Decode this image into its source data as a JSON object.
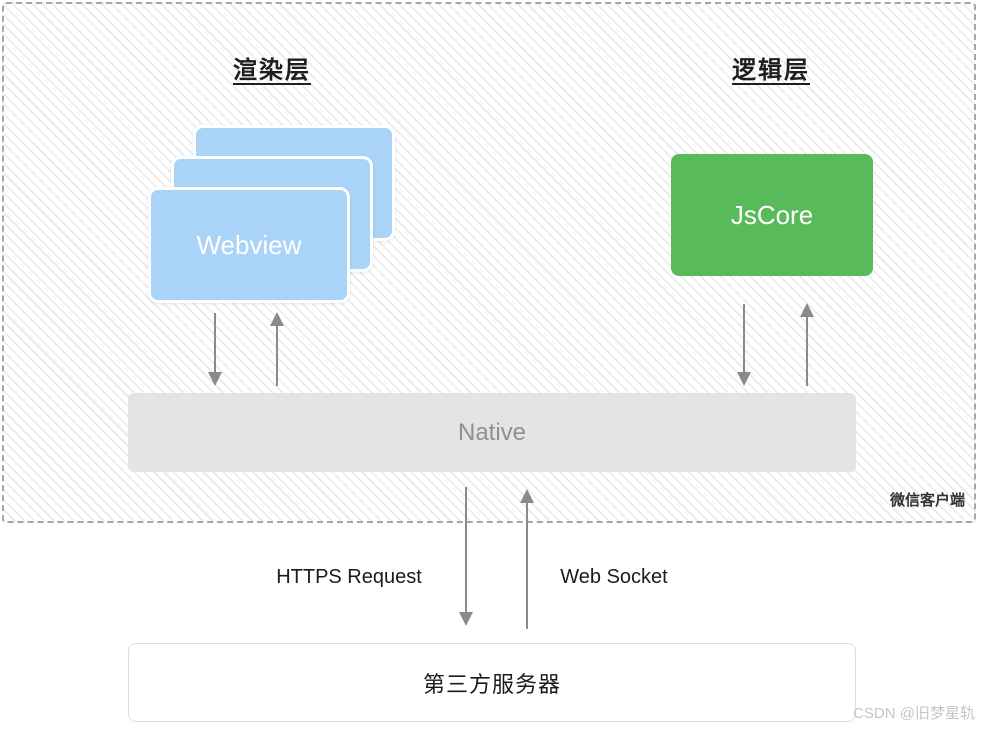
{
  "diagram": {
    "render_layer": {
      "title": "渲染层",
      "webview_label": "Webview"
    },
    "logic_layer": {
      "title": "逻辑层",
      "jscore_label": "JsCore"
    },
    "native_label": "Native",
    "client_label": "微信客户端",
    "connections": {
      "https_label": "HTTPS Request",
      "websocket_label": "Web Socket"
    },
    "server_label": "第三方服务器",
    "watermark": "CSDN @旧梦星轨"
  },
  "colors": {
    "webview_blue": "#a9d3f7",
    "jscore_green": "#58ba58",
    "native_gray": "#e4e4e4",
    "arrow_gray": "#8a8a8a",
    "hatch_line": "#e9e9e9",
    "border_dash": "#a6a6a6"
  }
}
